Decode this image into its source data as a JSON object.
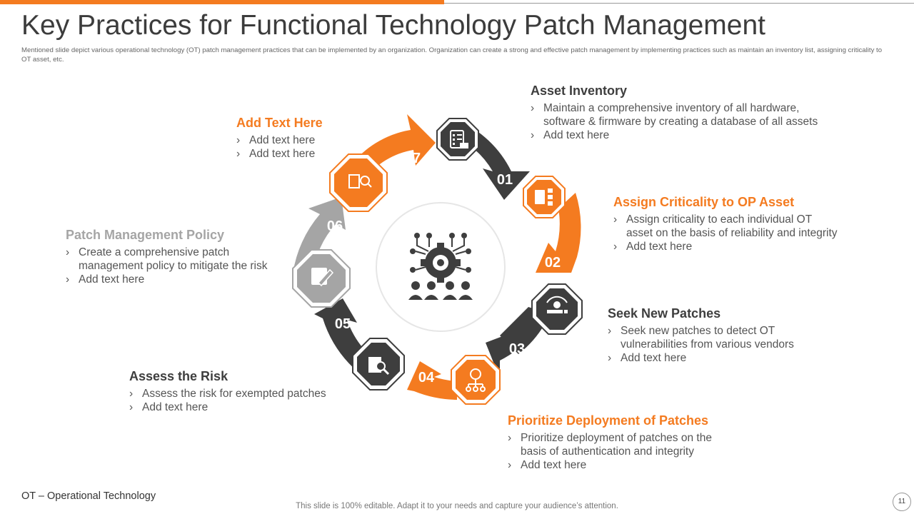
{
  "title": "Key Practices for Functional Technology Patch Management",
  "subtitle": "Mentioned slide depict various operational technology (OT) patch management practices that can be implemented  by an organization. Organization can create a strong and effective patch management by implementing  practices such as maintain an inventory list, assigning criticality to OT asset, etc.",
  "bullet_glyph": "›",
  "steps": [
    {
      "number": "01",
      "heading": "Asset Inventory",
      "color": "#3e3e3e",
      "icon": "checklist-icon",
      "bullets": [
        "Maintain a comprehensive inventory  of all hardware,",
        "Add text here"
      ],
      "bullet1_line2": "software & firmware by creating a database of all assets"
    },
    {
      "number": "02",
      "heading": "Assign Criticality to OP Asset",
      "color": "#f47b20",
      "icon": "ranked-list-icon",
      "bullets": [
        "Assign criticality to each individual OT",
        "Add text here"
      ],
      "bullet1_line2": "asset on the basis of reliability and integrity"
    },
    {
      "number": "03",
      "heading": "Seek New Patches",
      "color": "#3e3e3e",
      "icon": "patch-update-icon",
      "bullets": [
        "Seek new patches to detect OT",
        "Add text here"
      ],
      "bullet1_line2": "vulnerabilities from various vendors"
    },
    {
      "number": "04",
      "heading": "Prioritize Deployment of Patches",
      "color": "#f47b20",
      "icon": "priority-network-icon",
      "bullets": [
        "Prioritize deployment of patches on the",
        "Add text here"
      ],
      "bullet1_line2": "basis of authentication  and integrity"
    },
    {
      "number": "05",
      "heading": "Assess the Risk",
      "color": "#3e3e3e",
      "icon": "risk-assessment-icon",
      "bullets": [
        "Assess the risk for exempted patches",
        "Add text here"
      ]
    },
    {
      "number": "06",
      "heading": "Patch Management Policy",
      "color": "#a5a5a5",
      "icon": "policy-document-icon",
      "bullets": [
        "Create a comprehensive patch",
        "Add text here"
      ],
      "bullet1_line2": "management policy to mitigate the risk"
    },
    {
      "number": "07",
      "heading": "Add Text Here",
      "color": "#f47b20",
      "icon": "document-search-icon",
      "bullets": [
        "Add text here",
        "Add text here"
      ]
    }
  ],
  "center_icon": "technology-team-gear-icon",
  "footnote": "OT – Operational Technology",
  "footer": "This slide is 100% editable. Adapt it to your needs and capture your audience’s attention.",
  "page_number": "11"
}
